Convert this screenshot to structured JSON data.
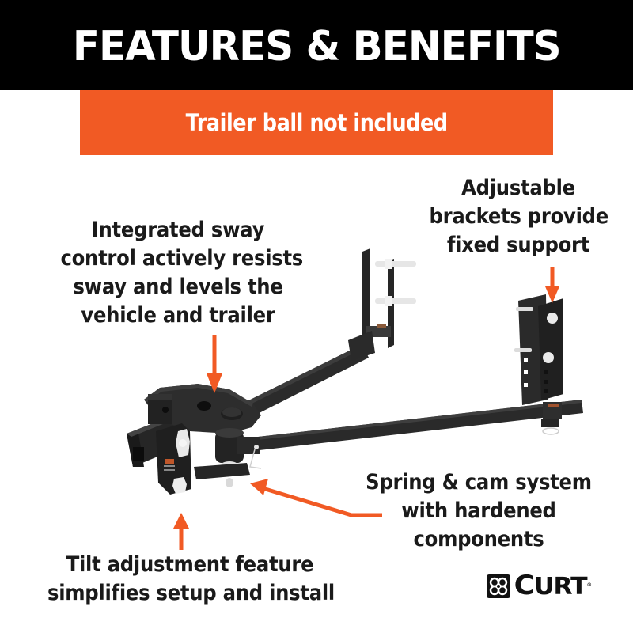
{
  "header": {
    "title": "FEATURES & BENEFITS",
    "background": "#000000",
    "text_color": "#ffffff"
  },
  "banner": {
    "text": "Trailer ball not included",
    "background": "#f15a24",
    "text_color": "#ffffff"
  },
  "product": {
    "name": "weight-distribution-hitch",
    "icon": "hitch-illustration"
  },
  "callouts": [
    {
      "id": "sway-control",
      "lines": [
        "Integrated sway",
        "control actively resists",
        "sway and levels the",
        "vehicle and trailer"
      ],
      "arrow": "arrow-down"
    },
    {
      "id": "adjustable-brackets",
      "lines": [
        "Adjustable",
        "brackets provide",
        "fixed support"
      ],
      "arrow": "arrow-down"
    },
    {
      "id": "spring-cam",
      "lines": [
        "Spring & cam system",
        "with hardened",
        "components"
      ],
      "arrow": "arrow-up-left"
    },
    {
      "id": "tilt-adjustment",
      "lines": [
        "Tilt adjustment feature",
        "simplifies setup and install"
      ],
      "arrow": "arrow-up"
    }
  ],
  "accent_color": "#f15a24",
  "brand": {
    "logo_text_first": "C",
    "logo_text_rest": "URT",
    "registered": "®",
    "icon": "curt-chain-emblem-icon"
  }
}
